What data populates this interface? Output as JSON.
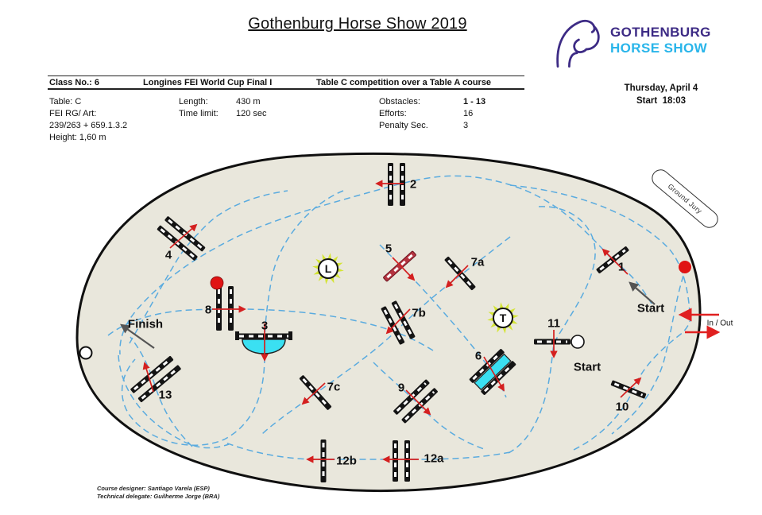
{
  "title": "Gothenburg Horse Show 2019",
  "logo": {
    "word1": "GOTHENBURG",
    "word2": "HORSE SHOW"
  },
  "class_header": {
    "class_no": "Class No.: 6",
    "class_name": "Longines FEI World Cup Final I",
    "competition": "Table C competition over a Table A course"
  },
  "schedule": {
    "date": "Thursday, April 4",
    "start_time": "Start  18:03"
  },
  "details": {
    "table_label": "Table: C",
    "fei_label": "FEI RG/ Art:",
    "fei_value": "239/263 + 659.1.3.2",
    "height_label": "Height: 1,60 m",
    "length_label": "Length:",
    "length_value": "430 m",
    "time_limit_label": "Time limit:",
    "time_limit_value": "120 sec",
    "obstacles_label": "Obstacles:",
    "obstacles_value": "1 - 13",
    "efforts_label": "Efforts:",
    "efforts_value": "16",
    "penalty_label": "Penalty Sec.",
    "penalty_value": "3"
  },
  "arena": {
    "obstacles": {
      "o1": "1",
      "o2": "2",
      "o3": "3",
      "o4": "4",
      "o5": "5",
      "o6": "6",
      "o7a": "7a",
      "o7b": "7b",
      "o7c": "7c",
      "o8": "8",
      "o9": "9",
      "o10": "10",
      "o11": "11",
      "o12a": "12a",
      "o12b": "12b",
      "o13": "13"
    },
    "markers": {
      "l": "L",
      "t": "T",
      "ground_jury": "Ground Jury",
      "in_out": "In / Out",
      "start_upper": "Start",
      "start_lower": "Start",
      "finish": "Finish"
    }
  },
  "footer": {
    "course_designer": "Course designer: Santiago Varela (ESP)",
    "technical_delegate": "Technical delegate: Guilherme Jorge (BRA)"
  },
  "colors": {
    "arena_fill": "#e9e7dc",
    "course_line": "#5aabdf",
    "arrow_red": "#d42020",
    "water": "#3ae0f2",
    "marker_yellow": "#d4e534",
    "logo_purple": "#3d2b85",
    "logo_blue": "#29b5ea"
  }
}
